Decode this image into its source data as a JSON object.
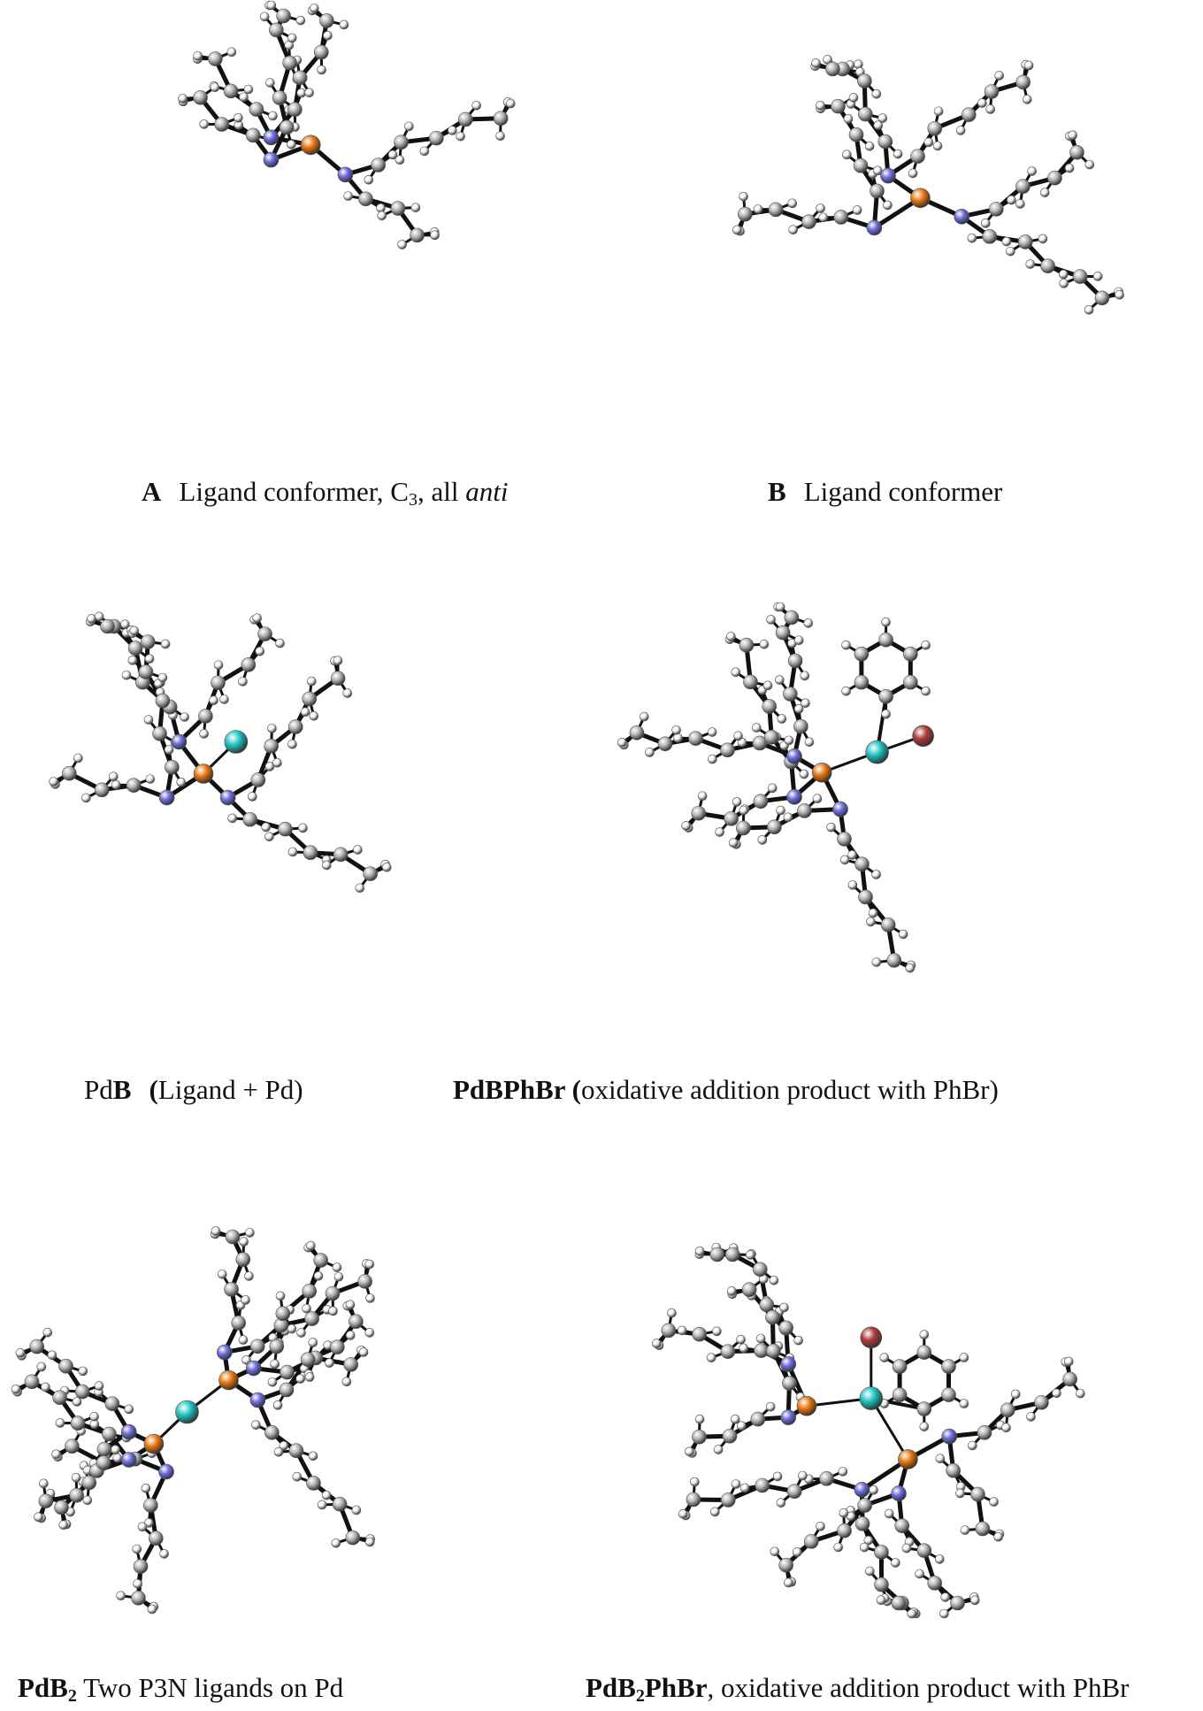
{
  "colors": {
    "carbon": "#b8b8b8",
    "hydrogen": "#f4f4f4",
    "nitrogen": "#6f6fe6",
    "phosphorus": "#f07a10",
    "palladium": "#1fc7c7",
    "bromine": "#b23a3a",
    "bond": "#111111"
  },
  "panels": [
    {
      "key": "A",
      "caption": {
        "prefix": "",
        "bold": "A",
        "text": "Ligand conformer, C",
        "sub": "3",
        "text2": ", all ",
        "italic": "anti"
      },
      "atoms": {
        "P": [
          [
            0.52,
            0.39
          ]
        ],
        "Pd": [],
        "Br": [],
        "N": [
          [
            0.44,
            0.37
          ],
          [
            0.44,
            0.43
          ],
          [
            0.59,
            0.47
          ]
        ]
      },
      "seed": 11
    },
    {
      "key": "B",
      "caption": {
        "bold": "B",
        "text": "Ligand conformer"
      },
      "atoms": {
        "P": [
          [
            0.52,
            0.39
          ]
        ],
        "Pd": [],
        "Br": [],
        "N": [
          [
            0.45,
            0.33
          ],
          [
            0.42,
            0.47
          ],
          [
            0.61,
            0.44
          ]
        ]
      },
      "seed": 23
    },
    {
      "key": "PdB",
      "caption": {
        "prefix": "Pd",
        "bold": "B",
        "bold2": "(",
        "text": "Ligand + Pd)"
      },
      "atoms": {
        "P": [
          [
            0.5,
            0.41
          ]
        ],
        "Pd": [
          [
            0.58,
            0.33
          ]
        ],
        "Br": [],
        "N": [
          [
            0.44,
            0.33
          ],
          [
            0.41,
            0.47
          ],
          [
            0.56,
            0.47
          ]
        ]
      },
      "seed": 37
    },
    {
      "key": "PdBPhBr",
      "caption": {
        "bold": "PdBPhBr (",
        "text": "oxidative addition product with PhBr)"
      },
      "atoms": {
        "P": [
          [
            0.46,
            0.42
          ]
        ],
        "Pd": [
          [
            0.58,
            0.37
          ]
        ],
        "Br": [
          [
            0.68,
            0.33
          ]
        ],
        "N": [
          [
            0.4,
            0.38
          ],
          [
            0.4,
            0.48
          ],
          [
            0.5,
            0.51
          ]
        ]
      },
      "seed": 53
    },
    {
      "key": "PdB2",
      "caption": {
        "bold": "PdB",
        "boldsub": "2",
        "text": "Two P3N ligands on Pd"
      },
      "atoms": {
        "P": [
          [
            0.37,
            0.56
          ],
          [
            0.55,
            0.4
          ]
        ],
        "Pd": [
          [
            0.45,
            0.48
          ]
        ],
        "Br": [],
        "N": [
          [
            0.31,
            0.53
          ],
          [
            0.31,
            0.6
          ],
          [
            0.4,
            0.63
          ],
          [
            0.54,
            0.33
          ],
          [
            0.61,
            0.37
          ],
          [
            0.62,
            0.45
          ]
        ]
      },
      "seed": 71
    },
    {
      "key": "PdB2PhBr",
      "caption": {
        "bold": "PdB",
        "boldsub": "2",
        "bold2": "PhBr",
        "text": ", oxidative addition product with PhBr"
      },
      "atoms": {
        "P": [
          [
            0.35,
            0.44
          ],
          [
            0.57,
            0.58
          ]
        ],
        "Pd": [
          [
            0.49,
            0.42
          ]
        ],
        "Br": [
          [
            0.49,
            0.26
          ]
        ],
        "N": [
          [
            0.31,
            0.33
          ],
          [
            0.31,
            0.47
          ],
          [
            0.47,
            0.66
          ],
          [
            0.55,
            0.67
          ],
          [
            0.66,
            0.52
          ]
        ]
      },
      "seed": 89
    }
  ]
}
